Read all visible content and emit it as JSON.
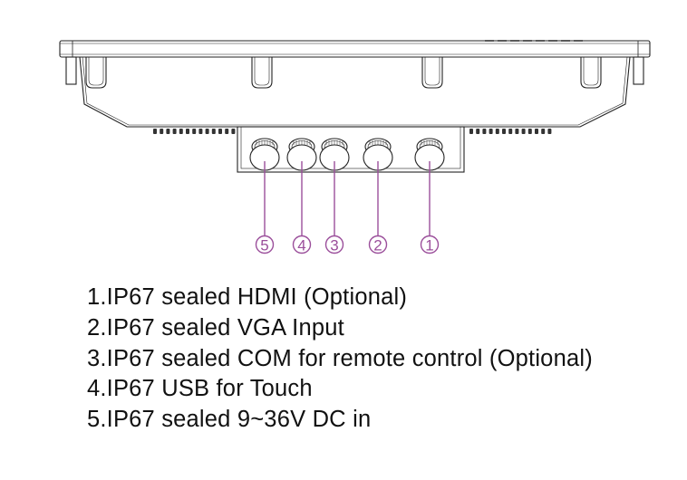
{
  "figure": {
    "subject": "panel-bottom-view-connectors",
    "callout_color": "#9b4f9b",
    "line_color": "#222222"
  },
  "callouts": [
    {
      "number": "5",
      "symbol": "⑤",
      "connector": "dc-power-in"
    },
    {
      "number": "4",
      "symbol": "④",
      "connector": "usb-touch"
    },
    {
      "number": "3",
      "symbol": "③",
      "connector": "com-remote"
    },
    {
      "number": "2",
      "symbol": "②",
      "connector": "vga-input"
    },
    {
      "number": "1",
      "symbol": "①",
      "connector": "hdmi"
    }
  ],
  "legend": [
    "1.IP67 sealed HDMI (Optional)",
    "2.IP67 sealed VGA Input",
    "3.IP67 sealed COM for remote control (Optional)",
    "4.IP67 USB for Touch",
    "5.IP67 sealed 9~36V DC in"
  ]
}
